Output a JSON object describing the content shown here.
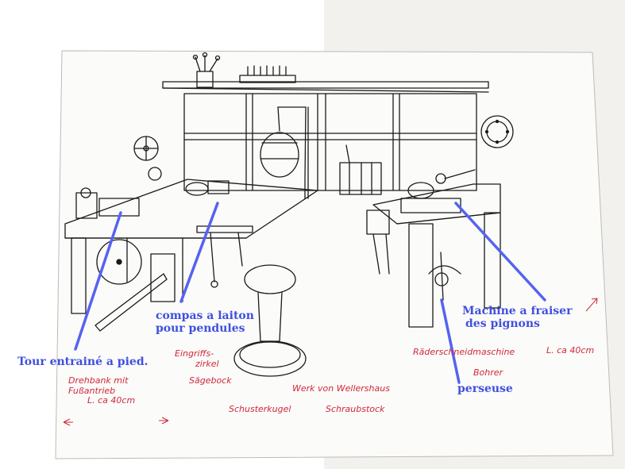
{
  "labels_fr": {
    "tour": "Tour entrainé a pied.",
    "compas_1": "compas a laiton",
    "compas_2": "pour pendules",
    "machine_1": "Machine a fraiser",
    "machine_2": "des pignons",
    "perseuse": "perseuse"
  },
  "labels_de": {
    "drehbank_1": "Drehbank mit",
    "drehbank_2": "Fußantrieb",
    "drehbank_3": "L. ca 40cm",
    "eingriff_1": "Eingriffs-",
    "eingriff_2": "zirkel",
    "saegebock": "Sägebock",
    "raeder": "Räderschneidmaschine",
    "raeder_size": "L. ca 40cm",
    "bohrer": "Bohrer",
    "werk": "Werk von Wellershaus",
    "schusterkugel": "Schusterkugel",
    "schraubstock": "Schraubstock"
  },
  "colors": {
    "paper": "#fbfbf9",
    "ink": "#1a1a1a",
    "blue_annotation": "#5563f0",
    "red_annotation": "#d0283a"
  }
}
